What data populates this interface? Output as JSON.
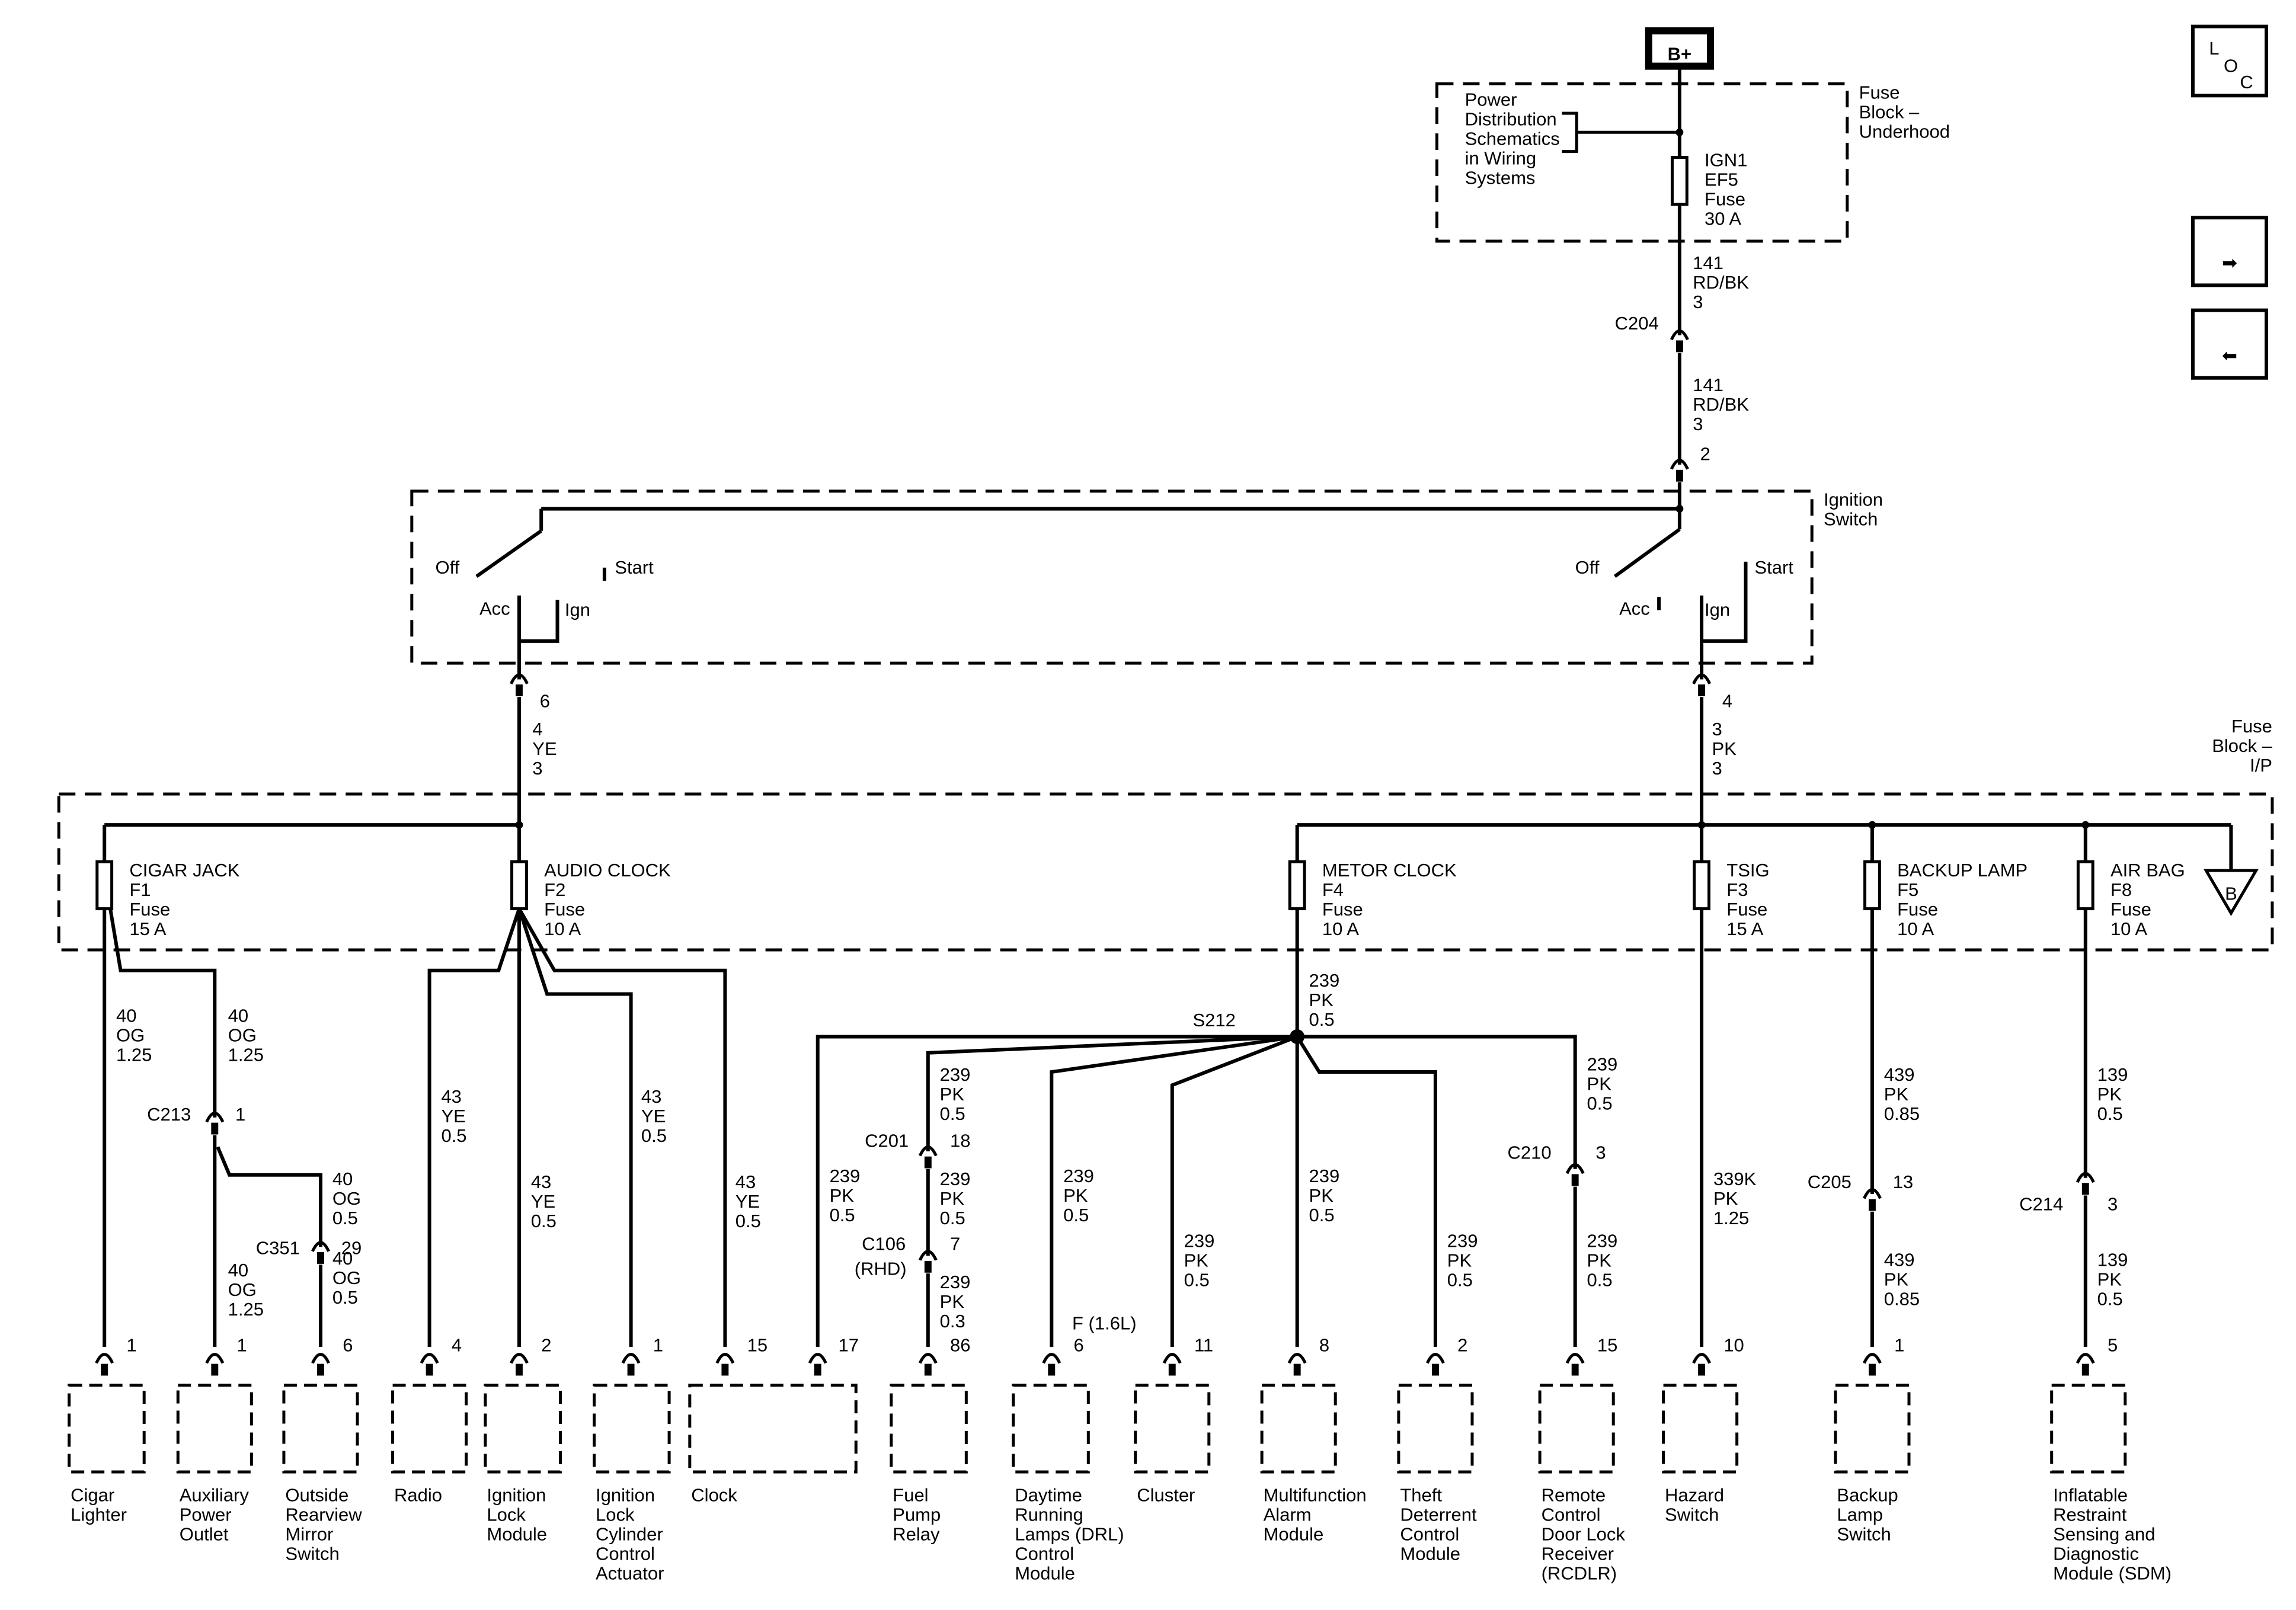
{
  "supply": {
    "label": "B+"
  },
  "nav": {
    "loc_l": "L",
    "loc_o": "O",
    "loc_c": "C",
    "next_glyph": "➡",
    "prev_glyph": "⬅"
  },
  "underhood": {
    "block_name": [
      "Fuse",
      "Block –",
      "Underhood"
    ],
    "ref_note": [
      "Power",
      "Distribution",
      "Schematics",
      "in Wiring",
      "Systems"
    ],
    "fuse": [
      "IGN1",
      "EF5",
      "Fuse",
      "30 A"
    ],
    "wire_a": [
      "141",
      "RD/BK",
      "3"
    ],
    "connector": "C204",
    "wire_b": [
      "141",
      "RD/BK",
      "3"
    ],
    "pin_in": "2"
  },
  "ignition_switch": {
    "name": [
      "Ignition",
      "Switch"
    ],
    "left": {
      "off": "Off",
      "start": "Start",
      "acc": "Acc",
      "ign": "Ign",
      "pin": "6",
      "wire": [
        "4",
        "YE",
        "3"
      ]
    },
    "right": {
      "off": "Off",
      "start": "Start",
      "acc": "Acc",
      "ign": "Ign",
      "pin": "4",
      "wire": [
        "3",
        "PK",
        "3"
      ]
    }
  },
  "ip_block": {
    "name": [
      "Fuse",
      "Block –",
      "I/P"
    ],
    "ground_ref": "B",
    "fuses": [
      {
        "lines": [
          "CIGAR JACK",
          "F1",
          "Fuse",
          "15 A"
        ]
      },
      {
        "lines": [
          "AUDIO CLOCK",
          "F2",
          "Fuse",
          "10 A"
        ]
      },
      {
        "lines": [
          "METOR CLOCK",
          "F4",
          "Fuse",
          "10 A"
        ]
      },
      {
        "lines": [
          "TSIG",
          "F3",
          "Fuse",
          "15 A"
        ]
      },
      {
        "lines": [
          "BACKUP LAMP",
          "F5",
          "Fuse",
          "10 A"
        ]
      },
      {
        "lines": [
          "AIR BAG",
          "F8",
          "Fuse",
          "10 A"
        ]
      }
    ]
  },
  "splice": "S212",
  "wires": {
    "f1_lighter": [
      "40",
      "OG",
      "1.25"
    ],
    "f1_c213": [
      "40",
      "OG",
      "1.25"
    ],
    "c213_mirror": [
      "40",
      "OG",
      "0.5"
    ],
    "c213_outlet": [
      "40",
      "OG",
      "1.25"
    ],
    "c351_mirror": [
      "40",
      "OG",
      "0.5"
    ],
    "f2_radio": [
      "43",
      "YE",
      "0.5"
    ],
    "f2_lockmod": [
      "43",
      "YE",
      "0.5"
    ],
    "f2_actuator": [
      "43",
      "YE",
      "0.5"
    ],
    "f2_clock": [
      "43",
      "YE",
      "0.5"
    ],
    "f4_splice": [
      "239",
      "PK",
      "0.5"
    ],
    "s212_clock": [
      "239",
      "PK",
      "0.5"
    ],
    "s212_c201": [
      "239",
      "PK",
      "0.5"
    ],
    "c201_c106": [
      "239",
      "PK",
      "0.5"
    ],
    "c106_relay": [
      "239",
      "PK",
      "0.3"
    ],
    "s212_drl": [
      "239",
      "PK",
      "0.5"
    ],
    "s212_cluster": [
      "239",
      "PK",
      "0.5"
    ],
    "s212_alarm": [
      "239",
      "PK",
      "0.5"
    ],
    "s212_theft": [
      "239",
      "PK",
      "0.5"
    ],
    "s212_c210": [
      "239",
      "PK",
      "0.5"
    ],
    "c210_rcdlr": [
      "239",
      "PK",
      "0.5"
    ],
    "f3_hazard": [
      "339K",
      "PK",
      "1.25"
    ],
    "f5_c205": [
      "439",
      "PK",
      "0.85"
    ],
    "c205_backup": [
      "439",
      "PK",
      "0.85"
    ],
    "f8_c214": [
      "139",
      "PK",
      "0.5"
    ],
    "c214_sdm": [
      "139",
      "PK",
      "0.5"
    ]
  },
  "connectors": {
    "c213": {
      "name": "C213",
      "pin": "1"
    },
    "c351": {
      "name": "C351",
      "pin": "29"
    },
    "c201": {
      "name": "C201",
      "pin": "18"
    },
    "c106": {
      "name": "C106",
      "note": "(RHD)",
      "pin": "7"
    },
    "c210": {
      "name": "C210",
      "pin": "3"
    },
    "c205": {
      "name": "C205",
      "pin": "13"
    },
    "c214": {
      "name": "C214",
      "pin": "3"
    }
  },
  "components": [
    {
      "pin": "1",
      "lines": [
        "Cigar",
        "Lighter"
      ]
    },
    {
      "pin": "1",
      "lines": [
        "Auxiliary",
        "Power",
        "Outlet"
      ]
    },
    {
      "pin": "6",
      "lines": [
        "Outside",
        "Rearview",
        "Mirror",
        "Switch"
      ]
    },
    {
      "pin": "4",
      "lines": [
        "Radio"
      ]
    },
    {
      "pin": "2",
      "lines": [
        "Ignition",
        "Lock",
        "Module"
      ]
    },
    {
      "pin": "1",
      "lines": [
        "Ignition",
        "Lock",
        "Cylinder",
        "Control",
        "Actuator"
      ]
    },
    {
      "pin": "15",
      "pin2": "17",
      "lines": [
        "Clock"
      ]
    },
    {
      "pin": "86",
      "lines": [
        "Fuel",
        "Pump",
        "Relay"
      ]
    },
    {
      "pin": "6",
      "pin_note": "F (1.6L)",
      "lines": [
        "Daytime",
        "Running",
        "Lamps (DRL)",
        "Control",
        "Module"
      ]
    },
    {
      "pin": "11",
      "lines": [
        "Cluster"
      ]
    },
    {
      "pin": "8",
      "lines": [
        "Multifunction",
        "Alarm",
        "Module"
      ]
    },
    {
      "pin": "2",
      "lines": [
        "Theft",
        "Deterrent",
        "Control",
        "Module"
      ]
    },
    {
      "pin": "15",
      "lines": [
        "Remote",
        "Control",
        "Door Lock",
        "Receiver",
        "(RCDLR)"
      ]
    },
    {
      "pin": "10",
      "lines": [
        "Hazard",
        "Switch"
      ]
    },
    {
      "pin": "1",
      "lines": [
        "Backup",
        "Lamp",
        "Switch"
      ]
    },
    {
      "pin": "5",
      "lines": [
        "Inflatable",
        "Restraint",
        "Sensing and",
        "Diagnostic",
        "Module (SDM)"
      ]
    }
  ]
}
